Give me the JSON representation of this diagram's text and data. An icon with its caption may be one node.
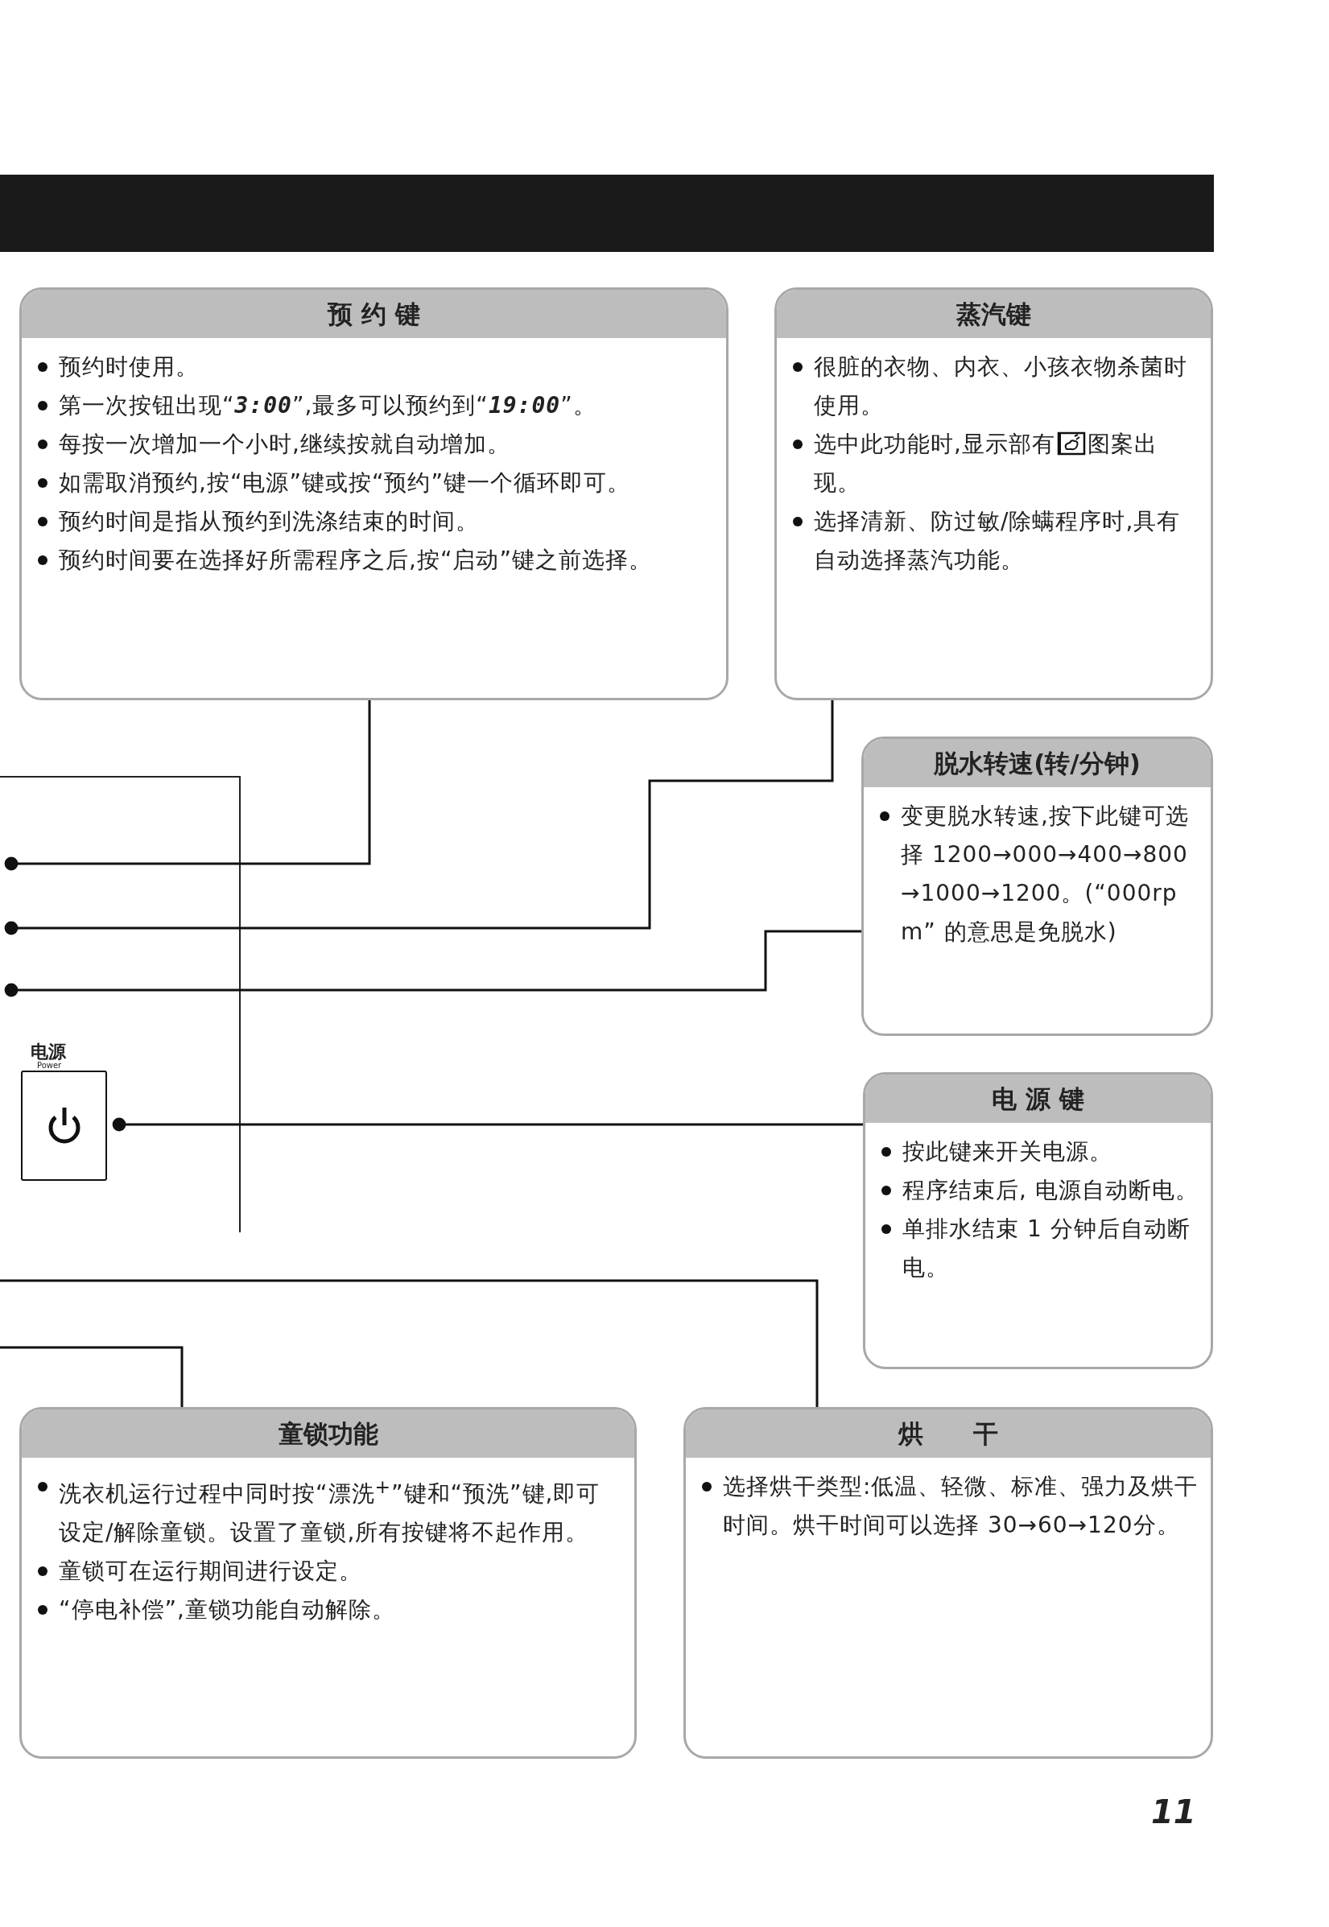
{
  "diagram": {
    "nodes": [
      {
        "text": [
          "预 约 键",
          "预约时使用。",
          "第一次按钮出现“*3:00*”,最多可以预约到“*19:00*”。",
          "每按一次增加一个小时,继续按就自动增加。",
          "如需取消预约,按“电源”键或按“预约”键一个循环即可。",
          "预约时间是指从预约到洗涤结束的时间。",
          "预约时间要在选择好所需程序之后,按“启动”键之前选择。"
        ]
      },
      {
        "text": [
          "蒸汽键",
          "很脏的衣物、内衣、小孩衣物杀菌时使用。",
          "选中此功能时,显示部有",
          "图案出现。",
          "选择清新、防过敏/除螨程序时,具有自动选择蒸汽功能。"
        ]
      },
      {
        "text": [
          "脱水转速(转/分钟)",
          "变更脱水转速,按下此键可选择 1200→000→400→800→1000→1200。(“000rpm” 的意思是免脱水)"
        ]
      },
      {
        "text": [
          "电源",
          "Power"
        ]
      },
      {
        "text": [
          "电 源 键",
          "按此键来开关电源。",
          "程序结束后, 电源自动断电。",
          "单排水结束 1 分钟后自动断电。"
        ]
      },
      {
        "text": [
          "童锁功能",
          "洗衣机运行过程中同时按“漂洗$^{+}$”键和“预洗”键,即可设定/解除童锁。设置了童锁,所有按键将不起作用。",
          "童锁可在运行期间进行设定。",
          "“停电补偿”,童锁功能自动解除。"
        ]
      },
      {
        "text": [
          "烘　　干",
          "选择烘干类型:低温、轻微、标准、强力及烘干时间。烘干时间可以选择 30→60→120分。"
        ]
      }
    ],
    "edges": [
      {
        "from": null,
        "to": 0,
        "arrow": "other"
      },
      {
        "from": null,
        "to": 1,
        "arrow": "other"
      },
      {
        "from": null,
        "to": 2,
        "arrow": "other"
      },
      {
        "from": 3,
        "to": 4,
        "arrow": "other"
      },
      {
        "from": null,
        "to": 6,
        "arrow": "none"
      },
      {
        "from": null,
        "to": 5,
        "arrow": "none"
      }
    ],
    "labels": [
      "11"
    ]
  }
}
